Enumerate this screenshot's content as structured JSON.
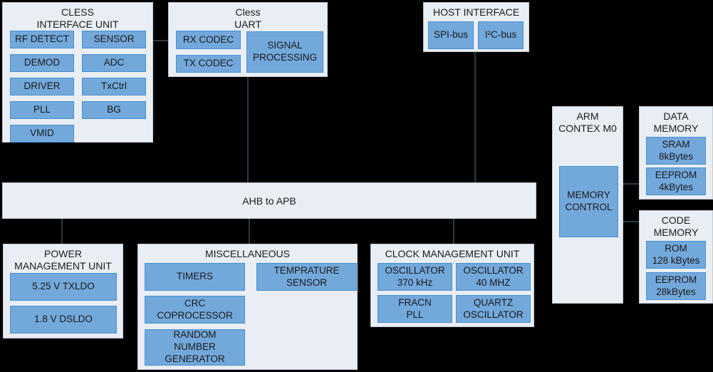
{
  "colors": {
    "background": "#000000",
    "container_fill": "#e8eef4",
    "container_border": "#c3c9d0",
    "block_fill": "#73a8db",
    "block_border": "#4a90d0",
    "connector": "#2e3a47",
    "text": "#1a1a1a"
  },
  "units": {
    "cless_interface_unit": {
      "title_lines": [
        "CLESS",
        "INTERFACE UNIT"
      ],
      "blocks": [
        "RF DETECT",
        "SENSOR",
        "DEMOD",
        "ADC",
        "DRIVER",
        "TxCtrl",
        "PLL",
        "BG",
        "VMID"
      ]
    },
    "cless_uart": {
      "title_lines": [
        "Cless",
        "UART"
      ],
      "blocks": [
        "RX CODEC",
        "TX CODEC",
        "SIGNAL\nPROCESSING"
      ]
    },
    "host_interface": {
      "title_lines": [
        "HOST INTERFACE"
      ],
      "blocks": [
        "SPI-bus",
        "I²C-bus"
      ]
    },
    "arm": {
      "title_lines": [
        "ARM",
        "CONTEX M0"
      ],
      "blocks": [
        "MEMORY\nCONTROL"
      ]
    },
    "data_memory": {
      "title_lines": [
        "DATA",
        "MEMORY"
      ],
      "blocks": [
        "SRAM\n8kBytes",
        "EEPROM\n4kBytes"
      ]
    },
    "code_memory": {
      "title_lines": [
        "CODE",
        "MEMORY"
      ],
      "blocks": [
        "ROM\n128 kBytes",
        "EEPROM\n28kBytes"
      ]
    },
    "power_management_unit": {
      "title_lines": [
        "POWER",
        "MANAGEMENT UNIT"
      ],
      "blocks": [
        "5.25 V TXLDO",
        "1.8 V DSLDO"
      ]
    },
    "miscellaneous": {
      "title_lines": [
        "MISCELLANEOUS"
      ],
      "blocks": [
        "TIMERS",
        "TEMPRATURE\nSENSOR",
        "CRC\nCOPROCESSOR",
        "RANDOM\nNUMBER\nGENERATOR"
      ]
    },
    "clock_management_unit": {
      "title_lines": [
        "CLOCK MANAGEMENT UNIT"
      ],
      "blocks": [
        "OSCILLATOR\n370 kHz",
        "OSCILLATOR\n40 MHZ",
        "FRACN\nPLL",
        "QUARTZ\nOSCILLATOR"
      ]
    }
  },
  "bus": {
    "label": "AHB to APB"
  }
}
